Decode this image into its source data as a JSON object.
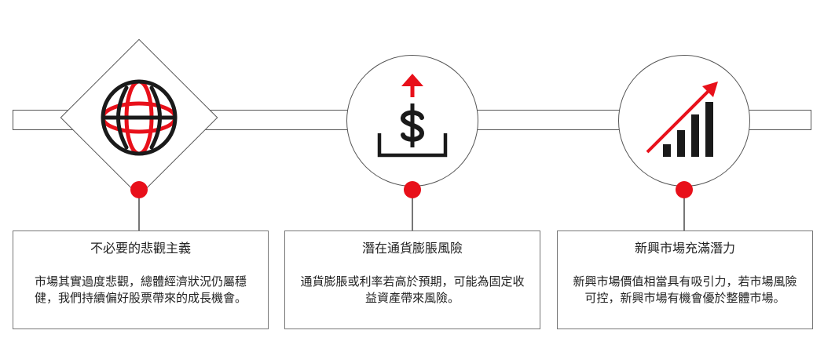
{
  "steps": [
    {
      "icon": "globe-icon",
      "title": "不必要的悲觀主義",
      "body": "市場其實過度悲觀，總體經濟狀況仍屬穩健，我們持續偏好股票帶來的成長機會。"
    },
    {
      "icon": "dollar-up-arrow-icon",
      "title": "潛在通貨膨脹風險",
      "body": "通貨膨脹或利率若高於預期，可能為固定收益資產帶來風險。"
    },
    {
      "icon": "growth-chart-icon",
      "title": "新興市場充滿潛力",
      "body": "新興市場價值相當具有吸引力，若市場風險可控，新興市場有機會優於整體市場。"
    }
  ],
  "colors": {
    "accent": "#e8101a",
    "ink": "#1a1a1a",
    "border": "#555555"
  }
}
